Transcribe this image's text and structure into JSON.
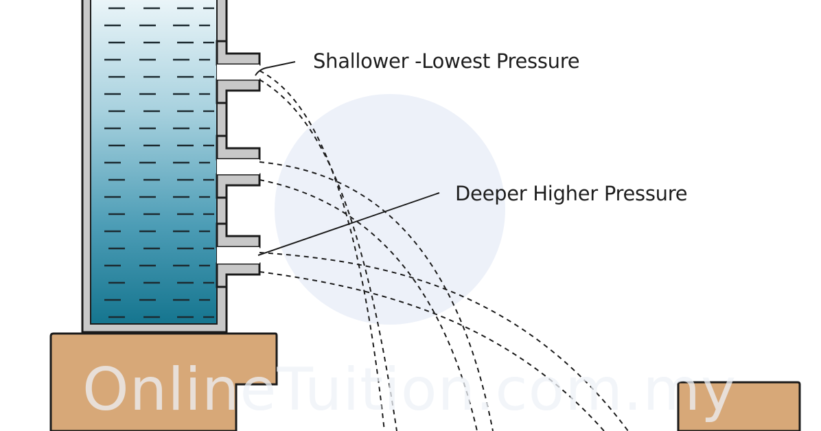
{
  "labels": {
    "shallow": "Shallower -Lowest Pressure",
    "deep": "Deeper Higher Pressure"
  },
  "watermark": "OnlineTuition.com.my",
  "colors": {
    "water_top": "#e8f3f7",
    "water_bottom": "#1b7c99",
    "tank_wall": "#c8c8c8",
    "block": "#d7a878",
    "outline": "#1a1a1a",
    "watermark_circle": "#e9eef7"
  }
}
